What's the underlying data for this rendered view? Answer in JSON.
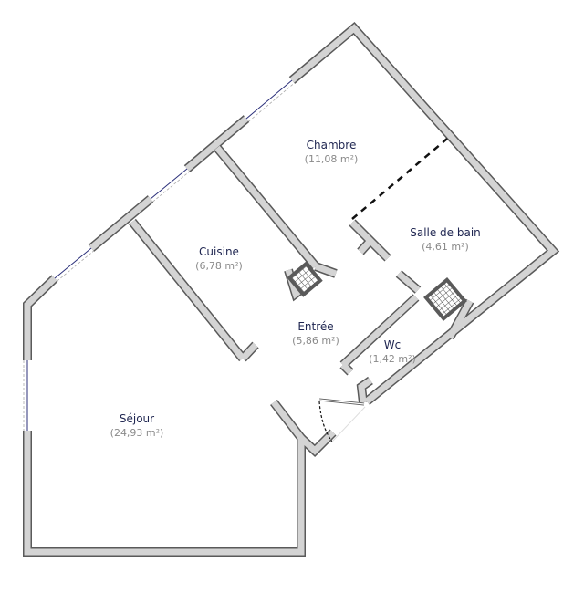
{
  "rooms": {
    "chambre": {
      "name": "Chambre",
      "area": "(11,08 m²)"
    },
    "cuisine": {
      "name": "Cuisine",
      "area": "(6,78 m²)"
    },
    "salle_de_bain": {
      "name": "Salle de bain",
      "area": "(4,61 m²)"
    },
    "entree": {
      "name": "Entrée",
      "area": "(5,86 m²)"
    },
    "wc": {
      "name": "Wc",
      "area": "(1,42 m²)"
    },
    "sejour": {
      "name": "Séjour",
      "area": "(24,93 m²)"
    }
  },
  "colors": {
    "wall_fill": "#d4d4d4",
    "wall_outline": "#5a5a5a",
    "label": "#1e2550",
    "area": "#8a8a8a"
  }
}
